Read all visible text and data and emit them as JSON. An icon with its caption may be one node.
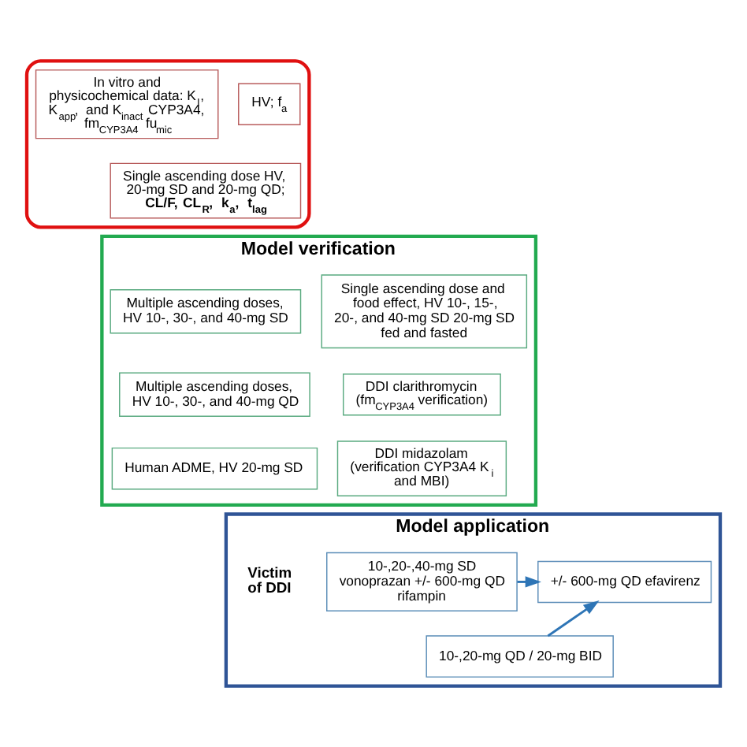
{
  "diagram": {
    "nodes": [
      {
        "text": [],
        "shape": "box"
      },
      {
        "text": [
          "HV; f$_{a}$"
        ],
        "in": 0
      },
      {
        "text": [
          "In vitro and physicochemical data: K$_{I}$, K$_{app}$, and K$_{inact}$ CYP3A4, fm$_{CYP3A4}$, fu$_{mic}$"
        ],
        "in": 0
      },
      {
        "text": [
          "Single ascending dose HV, 20-mg SD and 20-mg QD; **CL/F,** **CL$_{R}$,** **k$_{a}$,** **t$_{lag}$**"
        ],
        "in": 0
      },
      {
        "text": [
          "Model verification"
        ]
      },
      {
        "text": [
          "Multiple ascending doses, HV 10-, 30-, and 40-mg SD"
        ],
        "in": 4
      },
      {
        "text": [
          "Multiple ascending doses, HV 10-, 30-, and 40-mg QD"
        ],
        "in": 4
      },
      {
        "text": [
          "Human ADME, HV 20-mg SD"
        ],
        "in": 4
      },
      {
        "text": [
          "Single ascending dose and food effect, HV 10-, 15-, 20-, and 40-mg SD 20-mg SD fed and fasted"
        ],
        "in": 4
      },
      {
        "text": [
          "DDI clarithromycin (fm$_{CYP3A4}$ verification)"
        ],
        "in": 4
      },
      {
        "text": [
          "DDI midazolam (verification CYP3A4 K$_{i}$ and MBI)"
        ],
        "in": 4
      },
      {
        "text": [
          "Model application"
        ]
      },
      {
        "text": [
          "10-,20-,40-mg SD vonoprazan +/- 600-mg QD rifampin"
        ],
        "in": 11
      },
      {
        "text": [
          "10-,20-mg QD / 20-mg BID"
        ],
        "in": 11
      },
      {
        "text": [
          "+/- 600-mg QD efavirenz"
        ],
        "in": 11
      }
    ],
    "edges": [
      {
        "from": 12,
        "to": 14,
        "arrow": "to"
      },
      {
        "from": 13,
        "to": 14,
        "arrow": "to"
      }
    ],
    "labels": [
      "Victim of DDI"
    ]
  }
}
